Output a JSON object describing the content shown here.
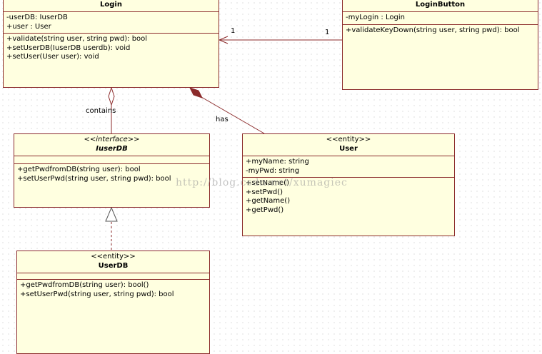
{
  "classes": {
    "login": {
      "name": "Login",
      "attributes": [
        "-userDB: IuserDB",
        "+user : User"
      ],
      "operations": [
        "+validate(string user, string pwd): bool",
        "+setUserDB(IuserDB userdb): void",
        "+setUser(User user): void"
      ]
    },
    "login_button": {
      "name": "LoginButton",
      "attributes": [
        "-myLogin : Login"
      ],
      "operations": [
        "+validateKeyDown(string user, string pwd): bool"
      ]
    },
    "iuserdb": {
      "stereotype": "<<interface>>",
      "name": "IuserDB",
      "operations": [
        "+getPwdfromDB(string user): bool",
        "+setUserPwd(string user, string pwd): bool"
      ]
    },
    "user": {
      "stereotype": "<<entity>>",
      "name": "User",
      "attributes": [
        "+myName: string",
        "-myPwd: string"
      ],
      "operations": [
        "+setName()",
        "+setPwd()",
        "+getName()",
        "+getPwd()"
      ]
    },
    "userdb": {
      "stereotype": "<<entity>>",
      "name": "UserDB",
      "operations": [
        "+getPwdfromDB(string user): bool()",
        "+setUserPwd(string user, string pwd): bool"
      ]
    }
  },
  "relations": {
    "association": {
      "source_multiplicity": "1",
      "target_multiplicity": "1"
    },
    "aggregation": {
      "label": "contains"
    },
    "composition": {
      "label": "has"
    }
  },
  "watermark": "http://blog.csdn.net/xumagiec",
  "colors": {
    "class_fill": "#ffffe0",
    "class_border": "#8b2a2a",
    "connector": "#8b2a2a"
  }
}
